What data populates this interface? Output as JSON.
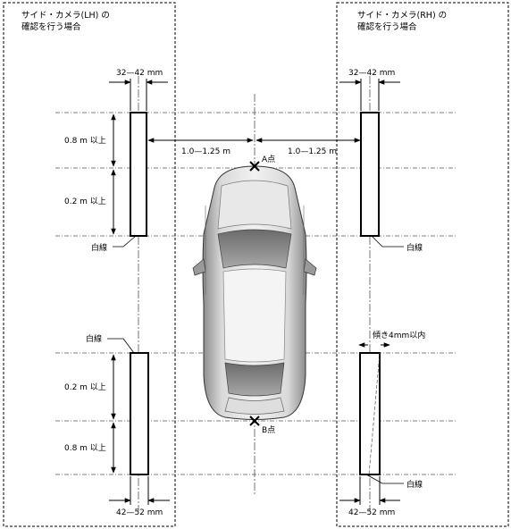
{
  "panels": {
    "left_title_line1": "サイド・カメラ(LH) の",
    "left_title_line2": "確認を行う場合",
    "right_title_line1": "サイド・カメラ(RH) の",
    "right_title_line2": "確認を行う場合"
  },
  "dimensions": {
    "top_left_width": "32—42 mm",
    "top_right_width": "32—42 mm",
    "bottom_left_width": "42—52 mm",
    "bottom_right_width": "42—52 mm",
    "distance_left": "1.0—1.25 m",
    "distance_right": "1.0—1.25 m",
    "upper_gap": "0.8 m 以上",
    "upper_span": "0.2 m 以上",
    "lower_span": "0.2 m 以上",
    "lower_gap": "0.8 m 以上",
    "tilt": "傾き4mm以内"
  },
  "labels": {
    "white_line_top_left": "白線",
    "white_line_top_right": "白線",
    "white_line_bottom_left": "白線",
    "white_line_bottom_right": "白線",
    "point_a": "A点",
    "point_b": "B点"
  }
}
